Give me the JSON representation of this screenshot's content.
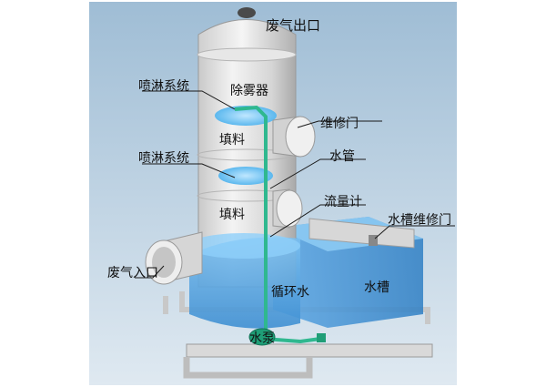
{
  "labels": {
    "exhaust_outlet": "废气出口",
    "demister": "除雾器",
    "spray_system_upper": "喷淋系统",
    "maintenance_door": "维修门",
    "packing_upper": "填料",
    "spray_system_lower": "喷淋系统",
    "water_pipe": "水管",
    "flow_meter": "流量计",
    "packing_lower": "填料",
    "tank_maintenance_door": "水槽维修门",
    "exhaust_inlet": "废气入口",
    "circulating_water": "循环水",
    "water_tank": "水槽",
    "water_pump": "水泵"
  },
  "colors": {
    "background": "#ffffff",
    "scene_background": "#a9c6dc",
    "tower_body": "#dcdcdc",
    "water": "#4b9fe0",
    "pipe": "#2fb88f",
    "spray": "#69c3f2"
  }
}
